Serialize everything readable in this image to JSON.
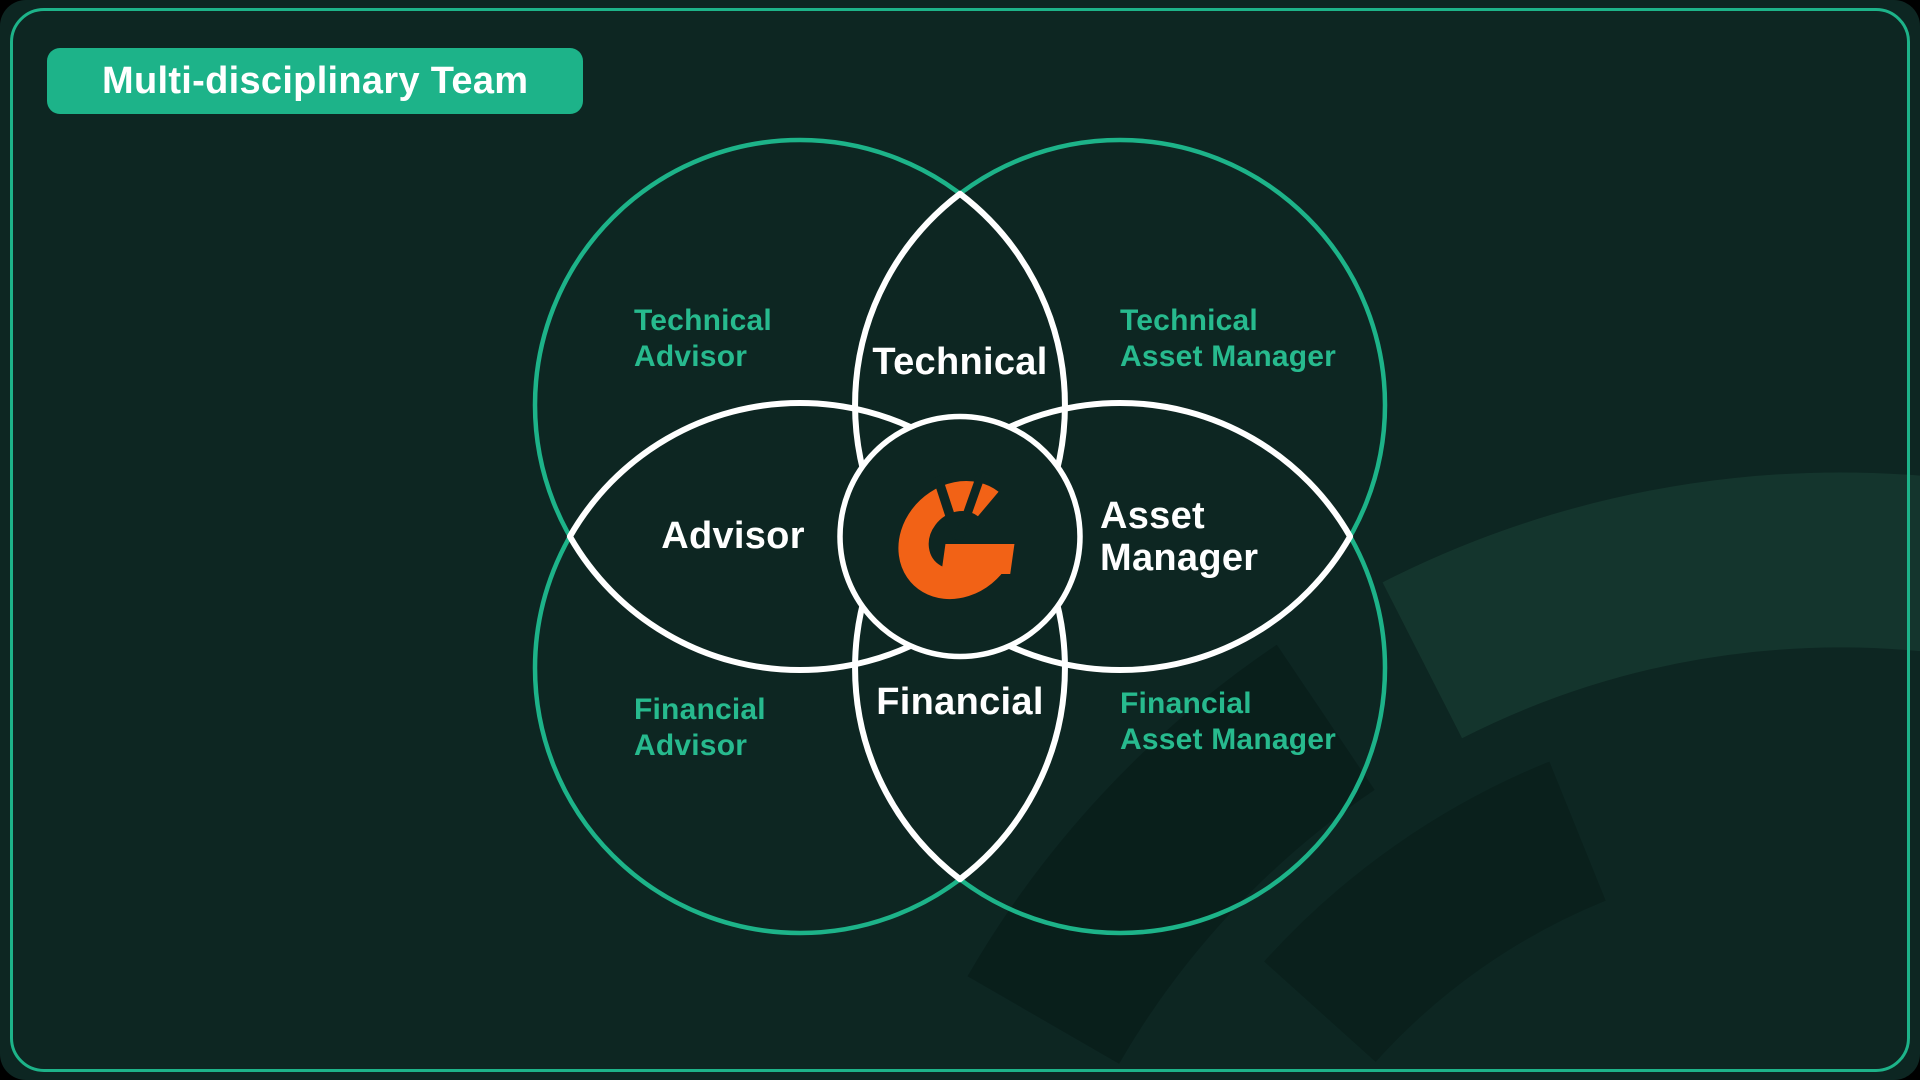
{
  "colors": {
    "bg": "#0D2622",
    "accent": "#1DB389",
    "greentext": "#27BA8E",
    "orange": "#F26216",
    "white": "#FFFFFF"
  },
  "header": {
    "title": "Multi-disciplinary Team"
  },
  "venn": {
    "circles": [
      {
        "id": "technical-advisor",
        "line1": "Technical",
        "line2": "Advisor"
      },
      {
        "id": "technical-asset-manager",
        "line1": "Technical",
        "line2": "Asset Manager"
      },
      {
        "id": "financial-advisor",
        "line1": "Financial",
        "line2": "Advisor"
      },
      {
        "id": "financial-asset-manager",
        "line1": "Financial",
        "line2": "Asset Manager"
      }
    ],
    "overlaps": {
      "technical": {
        "label": "Technical"
      },
      "advisor": {
        "label": "Advisor"
      },
      "asset_manager": {
        "line1": "Asset",
        "line2": "Manager"
      },
      "financial": {
        "label": "Financial"
      }
    },
    "center_logo": {
      "label": "G"
    }
  }
}
